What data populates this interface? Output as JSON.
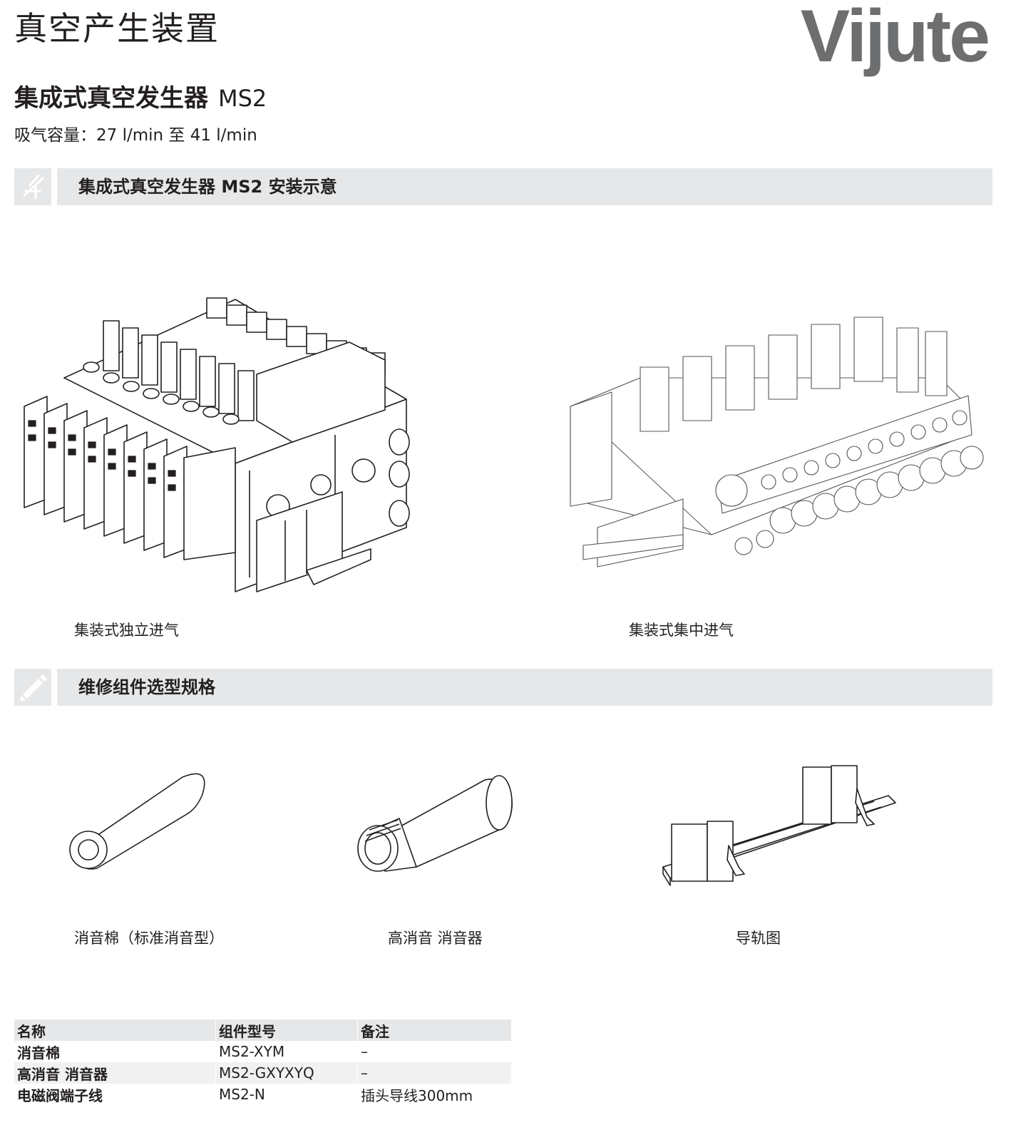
{
  "header": {
    "page_title": "真空产生装置",
    "brand": "Vijute",
    "product_title": "集成式真空发生器",
    "product_model": "MS2",
    "spec_line": "吸气容量：27 l/min 至 41 l/min"
  },
  "sections": [
    {
      "title": "集成式真空发生器 MS2 安装示意",
      "icon": "compass-drafting-icon"
    },
    {
      "title": "维修组件选型规格",
      "icon": "pencil-icon"
    }
  ],
  "installation": {
    "figures": [
      {
        "caption": "集装式独立进气"
      },
      {
        "caption": "集装式集中进气"
      }
    ]
  },
  "components": {
    "figures": [
      {
        "caption": "消音棉（标准消音型）"
      },
      {
        "caption": "高消音 消音器"
      },
      {
        "caption": "导轨图"
      }
    ]
  },
  "parts_table": {
    "headers": [
      "名称",
      "组件型号",
      "备注"
    ],
    "rows": [
      [
        "消音棉",
        "MS2-XYM",
        "–"
      ],
      [
        "高消音 消音器",
        "MS2-GXYXYQ",
        "–"
      ],
      [
        "电磁阀端子线",
        "MS2-N",
        "插头导线300mm"
      ]
    ]
  }
}
